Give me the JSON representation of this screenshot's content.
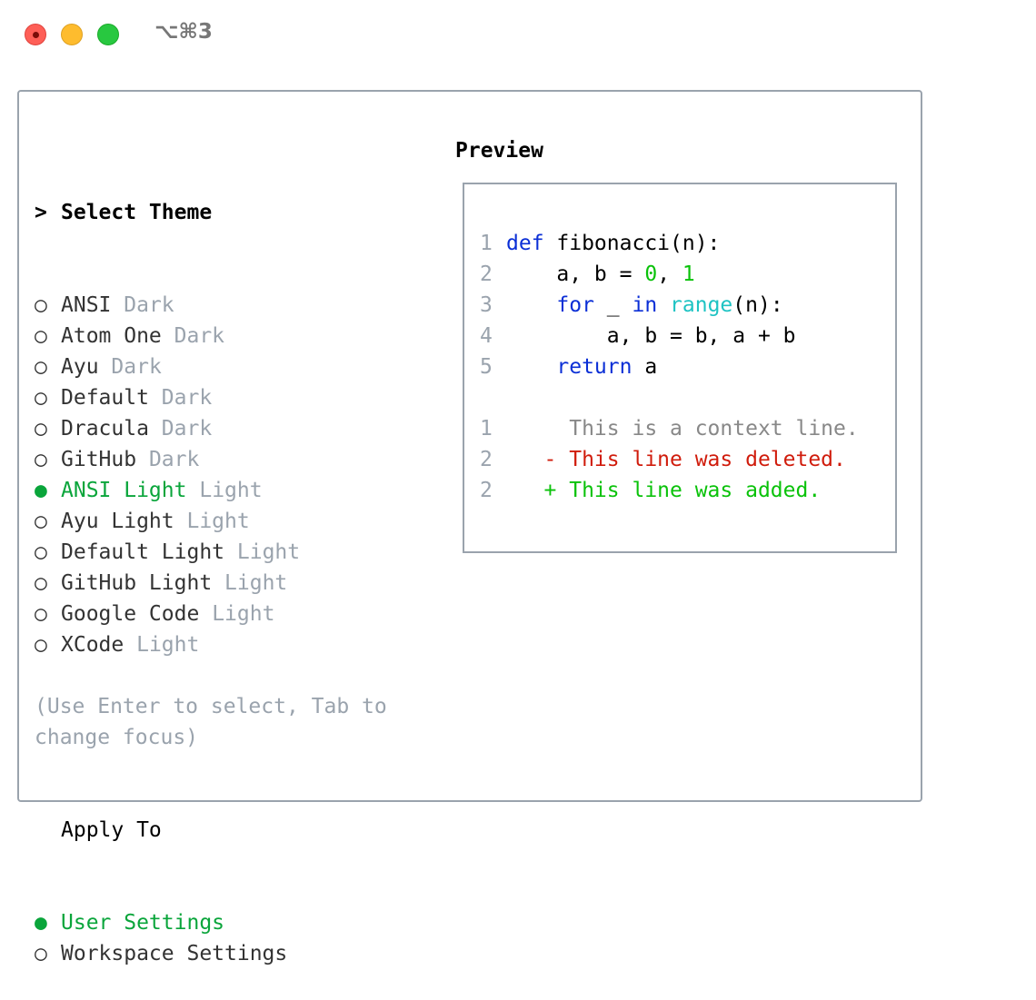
{
  "window": {
    "title": "⌥⌘3",
    "controls": [
      "close",
      "minimize",
      "maximize"
    ]
  },
  "themes": {
    "heading": "Select Theme",
    "heading_prefix": ">",
    "items": [
      {
        "name": "ANSI",
        "kind": "Dark",
        "selected": false
      },
      {
        "name": "Atom One",
        "kind": "Dark",
        "selected": false
      },
      {
        "name": "Ayu",
        "kind": "Dark",
        "selected": false
      },
      {
        "name": "Default",
        "kind": "Dark",
        "selected": false
      },
      {
        "name": "Dracula",
        "kind": "Dark",
        "selected": false
      },
      {
        "name": "GitHub",
        "kind": "Dark",
        "selected": false
      },
      {
        "name": "ANSI Light",
        "kind": "Light",
        "selected": true
      },
      {
        "name": "Ayu Light",
        "kind": "Light",
        "selected": false
      },
      {
        "name": "Default Light",
        "kind": "Light",
        "selected": false
      },
      {
        "name": "GitHub Light",
        "kind": "Light",
        "selected": false
      },
      {
        "name": "Google Code",
        "kind": "Light",
        "selected": false
      },
      {
        "name": "XCode",
        "kind": "Light",
        "selected": false
      }
    ]
  },
  "apply_to": {
    "heading": "Apply To",
    "items": [
      {
        "name": "User Settings",
        "selected": true
      },
      {
        "name": "Workspace Settings",
        "selected": false
      }
    ]
  },
  "hint": [
    "(Use Enter to select, Tab to",
    "change focus)"
  ],
  "preview": {
    "title": "Preview",
    "code": [
      {
        "n": "1",
        "tokens": [
          [
            "kw",
            "def"
          ],
          [
            "plain",
            " fibonacci(n):"
          ]
        ]
      },
      {
        "n": "2",
        "tokens": [
          [
            "plain",
            "    a, b = "
          ],
          [
            "num",
            "0"
          ],
          [
            "plain",
            ", "
          ],
          [
            "num",
            "1"
          ]
        ]
      },
      {
        "n": "3",
        "tokens": [
          [
            "plain",
            "    "
          ],
          [
            "kw",
            "for"
          ],
          [
            "plain",
            " _ "
          ],
          [
            "kw",
            "in"
          ],
          [
            "plain",
            " "
          ],
          [
            "bi",
            "range"
          ],
          [
            "plain",
            "(n):"
          ]
        ]
      },
      {
        "n": "4",
        "tokens": [
          [
            "plain",
            "        a, b = b, a + b"
          ]
        ]
      },
      {
        "n": "5",
        "tokens": [
          [
            "plain",
            "    "
          ],
          [
            "kw",
            "return"
          ],
          [
            "plain",
            " a"
          ]
        ]
      }
    ],
    "diff": [
      {
        "n": "1",
        "type": "ctx",
        "text": "     This is a context line."
      },
      {
        "n": "2",
        "type": "del",
        "text": "   - This line was deleted."
      },
      {
        "n": "2",
        "type": "add",
        "text": "   + This line was added."
      }
    ]
  },
  "colors": {
    "selected": "#0aa53b",
    "dim": "#9aa3ad",
    "keyword": "#0b2fd6",
    "number": "#0ac20a",
    "builtin": "#1ec3c3",
    "deleted": "#d01c0c",
    "added": "#0ac20a"
  }
}
